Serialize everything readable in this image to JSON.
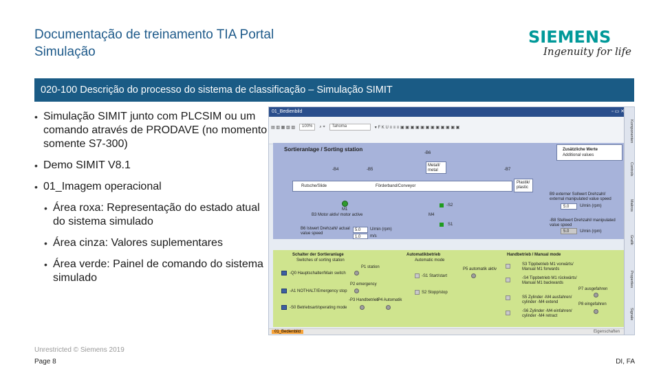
{
  "header": {
    "title_line1": "Documentação de treinamento TIA Portal",
    "title_line2": "Simulação",
    "logo_name": "SIEMENS",
    "logo_slogan": "Ingenuity for life"
  },
  "banner": "020-100 Descrição do processo do sistema de classificação – Simulação SIMIT",
  "bullets": [
    {
      "text": "Simulação SIMIT junto com PLCSIM ou um comando através de PRODAVE (no momento somente S7-300)"
    },
    {
      "text": "Demo SIMIT V8.1"
    },
    {
      "text": "01_Imagem operacional"
    },
    {
      "text": "Área roxa: Representação do estado atual do sistema simulado"
    },
    {
      "text": "Área cinza: Valores suplementares"
    },
    {
      "text": "Área verde: Painel de comando do sistema simulado"
    }
  ],
  "footer": {
    "copyright": "Unrestricted © Siemens 2019",
    "page": "Page 8",
    "dept": "DI, FA"
  },
  "screenshot": {
    "window_title": "01_Bedienbild",
    "zoom": "100%",
    "font_select": "Tahoma",
    "station_title": "Sortieranlage / Sorting station",
    "extra_values_title": "Zusätzliche Werte",
    "extra_values_sub": "Additional values",
    "labels": {
      "b6": "-B6",
      "b4": "-B4",
      "b5": "-B5",
      "b7": "-B7",
      "metal": "Metall/ metal",
      "plastic": "Plastik/ plastic",
      "chute": "Rutsche/Slide",
      "conveyor": "Förderband/Conveyor",
      "m1": "M1",
      "motor": "B3 Motor aktiv/ motor active",
      "speed_label": "B6 Istwert Drehzahl/ actual value speed",
      "speed_value": "5.0",
      "speed_unit": "U/min (rpm)",
      "mps_value": "1.0",
      "mps_unit": "m/s",
      "s2": "-S2",
      "m4": "M4",
      "s1": "S1",
      "setpoint1": "B9 externer Sollwert Drehzahl/ external manipulated value speed",
      "setpoint1_value": "5.0",
      "setpoint1_unit": "U/min (rpm)",
      "setpoint2": "-B8 Stellwert Drehzahl/ manipulated value speed",
      "setpoint2_value": "5.0",
      "setpoint2_unit": "U/min (rpm)"
    },
    "panels": {
      "switches_title": "Schalter der Sortieranlage",
      "switches_sub": "Switches of sorting station",
      "main_switch": "-Q0 Hauptschalter/Main switch",
      "emergency": "-A1 NOTHALT/Emergency stop",
      "setup_mode": "-S0 Betriebsart/operating mode",
      "p1": "P1 station",
      "p2": "P2 emergency",
      "p3": "-P3 Handbetrieb",
      "p4": "-P4 Automatik",
      "auto_title": "Automatikbetrieb",
      "auto_sub": "Automatic mode",
      "start": "-S1 Start/start",
      "stop": "S2 Stopp/stop",
      "p5": "P5 automatik aktiv",
      "manual_title": "Handbetrieb / Manual mode",
      "s3": "S3 Tippbetrieb M1 vorwärts/ Manual M1 forwards",
      "s4": "-S4 Tippbetrieb M1 rückwärts/ Manual M1 backwards",
      "s5": "S5 Zylinder -M4 ausfahren/ cylinder -M4 extend",
      "s6": "-S6 Zylinder -M4 einfahren/ cylinder -M4 retract",
      "p7": "P7 ausgefahren",
      "p8": "P8 eingefahren"
    },
    "side_tabs": [
      "Komponenten",
      "Controls",
      "Makros",
      "Grafik",
      "Properties",
      "Signale"
    ],
    "bottom_tab": "01_Bedienbild",
    "bottom_right": "Eigenschaften"
  }
}
